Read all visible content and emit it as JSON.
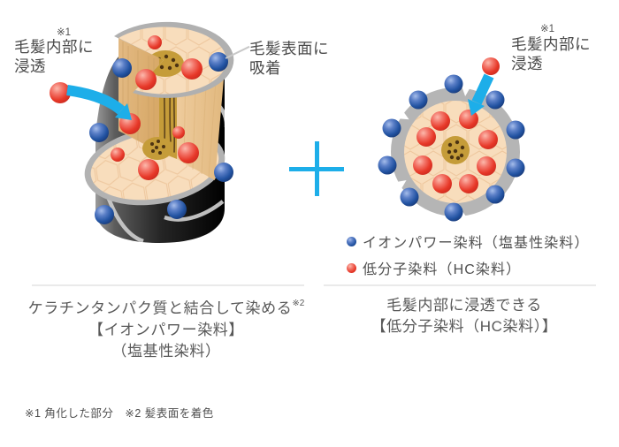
{
  "labels": {
    "left": {
      "note": "※1",
      "line1": "毛髪内部に",
      "line2": "浸透"
    },
    "surface": {
      "line1": "毛髪表面に",
      "line2": "吸着"
    },
    "right": {
      "note": "※1",
      "line1": "毛髪内部に",
      "line2": "浸透"
    }
  },
  "legend": {
    "items": [
      {
        "color": "#2253a2",
        "label": "イオンパワー染料（塩基性染料）"
      },
      {
        "color": "#e73828",
        "label": "低分子染料（HC染料）"
      }
    ]
  },
  "captions": {
    "left": {
      "line1": "ケラチンタンパク質と結合して染める",
      "note": "※2",
      "line2": "【イオンパワー染料】",
      "line3": "（塩基性染料）"
    },
    "right": {
      "line1": "毛髪内部に浸透できる",
      "line2": "【低分子染料（HC染料）】"
    }
  },
  "footnote": {
    "text": "※1 角化した部分　※2 髪表面を着色"
  },
  "colors": {
    "accent_cyan": "#1daee9",
    "dye_blue": "#2253a2",
    "dye_red": "#e73828",
    "cuticle_gray": "#b3b3b3",
    "cortex_peach": "#f8ddbc",
    "medulla_gold": "#c59c39",
    "shaft_dark": "#1d1d1d",
    "text_gray": "#4f4f4f",
    "divider_gray": "#eaeaea"
  }
}
